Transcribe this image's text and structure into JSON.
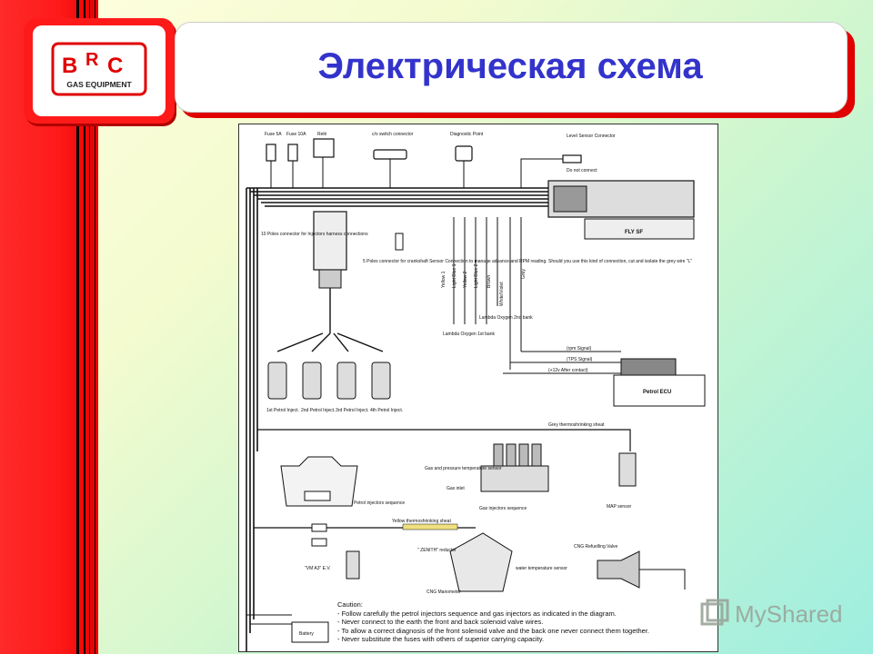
{
  "slide": {
    "title": "Электрическая схема"
  },
  "logo": {
    "brand_letters": "BRC",
    "tagline": "GAS EQUIPMENT"
  },
  "diagram": {
    "top_labels": {
      "fuse_5a": "Fuse 5A",
      "fuse_10a": "Fuse 10A",
      "relay": "Relè",
      "oc_switch": "c/o switch connector",
      "diagnostic": "Diagnostic Point",
      "level_sensor": "Level Sensor Connector",
      "do_not_connect": "Do not connect"
    },
    "ecu_label": "FLY SF",
    "harness_connector": "10 Poles connector for Injectors harness connections",
    "crankshaft_note": "5 Poles connector for crankshaft Sensor Connection to manage advance and RPM reading. Should you use this kind of connection, cut and isolate the grey wire \"L\"",
    "wire_colors": [
      "Yellow 1",
      "Light Blue 1",
      "Yellow 2",
      "Light Blue 2",
      "Brown",
      "White/Violet",
      "Grey"
    ],
    "lambda_2": "Lambda Oxygen 2nd bank",
    "lambda_1": "Lambda Oxygen 1st bank",
    "signals": {
      "rpm": "(rpm Signal)",
      "tps": "(TPS Signal)",
      "plus12": "(+12v After contact)"
    },
    "petrol_ecu": "Petrol ECU",
    "injectors": [
      "1st Petrol Inject.",
      "2nd Petrol Inject.",
      "3rd Petrol Inject.",
      "4th Petrol Inject."
    ],
    "grey_band": "Grey thermoshrinking sheat",
    "gas_temp_sensor": "Gas and pressure temperature sensor",
    "gas_inlet": "Gas inlet",
    "gas_injectors_seq": "Gas injectors sequence",
    "map_sensor": "MAP sensor",
    "petrol_injectors_seq": "Petrol injectors sequence",
    "yellow_band": "Yellow thermoshrinking sheat",
    "cng_valve": "CNG Refuelling Valve",
    "zenith": "\" ZENITH\" reductor",
    "water_temp": "water temperature sensor",
    "vma3": "\"VM A3\" E.V.",
    "cng_manometer": "CNG Manometer",
    "battery": "Battery",
    "caution": [
      "Caution:",
      "- Follow carefully the petrol injectors sequence and gas injectors as indicated in the diagram.",
      "- Never connect to the earth the front and back solenoid valve wires.",
      "- To allow a correct diagnosis of the front solenoid valve and the back one never connect them together.",
      "- Never substitute the fuses with others of superior carrying capacity."
    ]
  },
  "watermark": {
    "text": "MyShared"
  },
  "colors": {
    "sidebar_red": "#ff1a1a",
    "title_blue": "#3333cc",
    "background_light": "#ffffe0",
    "background_teal": "#9eeee0"
  }
}
